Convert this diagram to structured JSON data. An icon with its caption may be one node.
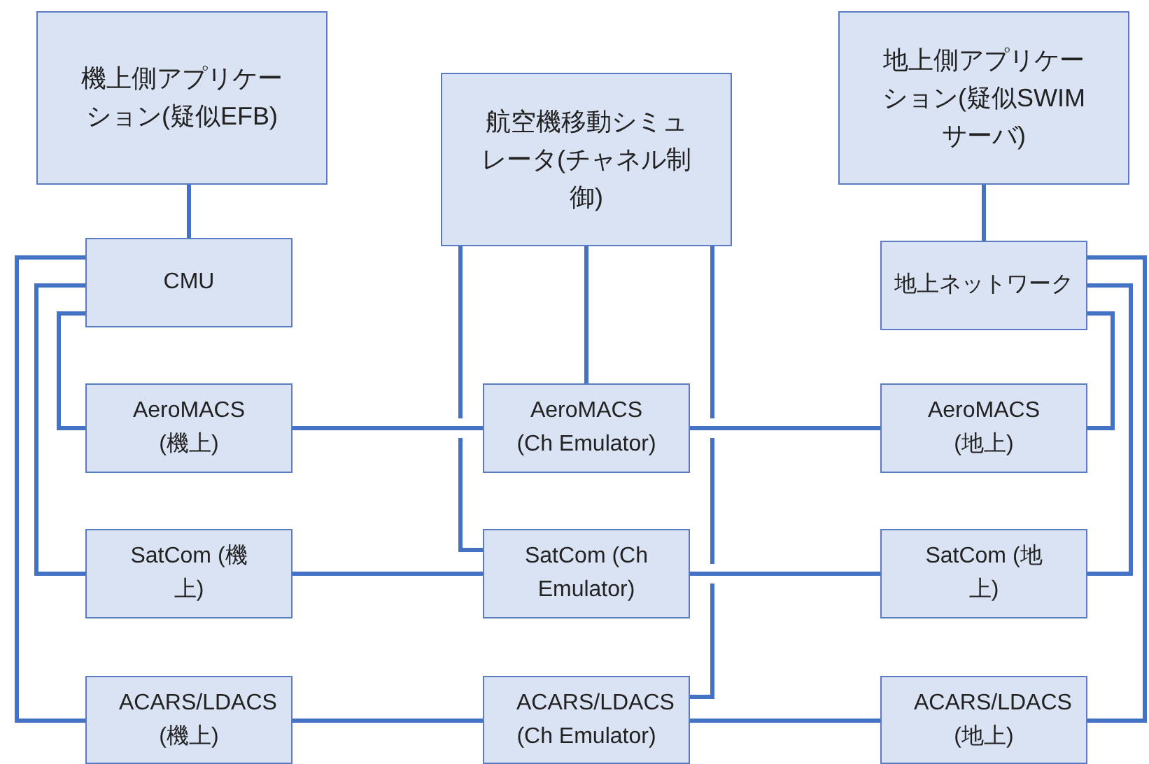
{
  "diagram": {
    "nodes": [
      {
        "text": [
          "機上側アプリケーション(疑似EFB)"
        ]
      },
      {
        "text": [
          "航空機移動シミュレータ(チャネル制御)"
        ]
      },
      {
        "text": [
          "地上側アプリケーション(疑似SWIMサーバ)"
        ]
      },
      {
        "text": [
          "CMU"
        ]
      },
      {
        "text": [
          "地上ネットワーク"
        ]
      },
      {
        "text": [
          "AeroMACS (機上)"
        ]
      },
      {
        "text": [
          "AeroMACS (Ch Emulator)"
        ]
      },
      {
        "text": [
          "AeroMACS (地上)"
        ]
      },
      {
        "text": [
          "SatCom (機上)"
        ]
      },
      {
        "text": [
          "SatCom (Ch Emulator)"
        ]
      },
      {
        "text": [
          "SatCom (地上)"
        ]
      },
      {
        "text": [
          "ACARS/LDACS (機上)"
        ]
      },
      {
        "text": [
          "ACARS/LDACS (Ch Emulator)"
        ]
      },
      {
        "text": [
          "ACARS/LDACS (地上)"
        ]
      }
    ],
    "edges": [
      {
        "from": 0,
        "to": 3,
        "arrow": "none"
      },
      {
        "from": 2,
        "to": 4,
        "arrow": "none"
      },
      {
        "from": 1,
        "to": 6,
        "arrow": "none"
      },
      {
        "from": 1,
        "to": 9,
        "arrow": "none"
      },
      {
        "from": 1,
        "to": 12,
        "arrow": "none"
      },
      {
        "from": 3,
        "to": 5,
        "arrow": "none"
      },
      {
        "from": 3,
        "to": 8,
        "arrow": "none"
      },
      {
        "from": 3,
        "to": 11,
        "arrow": "none"
      },
      {
        "from": 5,
        "to": 6,
        "arrow": "none"
      },
      {
        "from": 6,
        "to": 7,
        "arrow": "none"
      },
      {
        "from": 8,
        "to": 9,
        "arrow": "none"
      },
      {
        "from": 9,
        "to": 10,
        "arrow": "none"
      },
      {
        "from": 11,
        "to": 12,
        "arrow": "none"
      },
      {
        "from": 12,
        "to": 13,
        "arrow": "none"
      },
      {
        "from": 4,
        "to": 7,
        "arrow": "none"
      },
      {
        "from": 4,
        "to": 10,
        "arrow": "none"
      },
      {
        "from": 4,
        "to": 13,
        "arrow": "none"
      }
    ]
  }
}
